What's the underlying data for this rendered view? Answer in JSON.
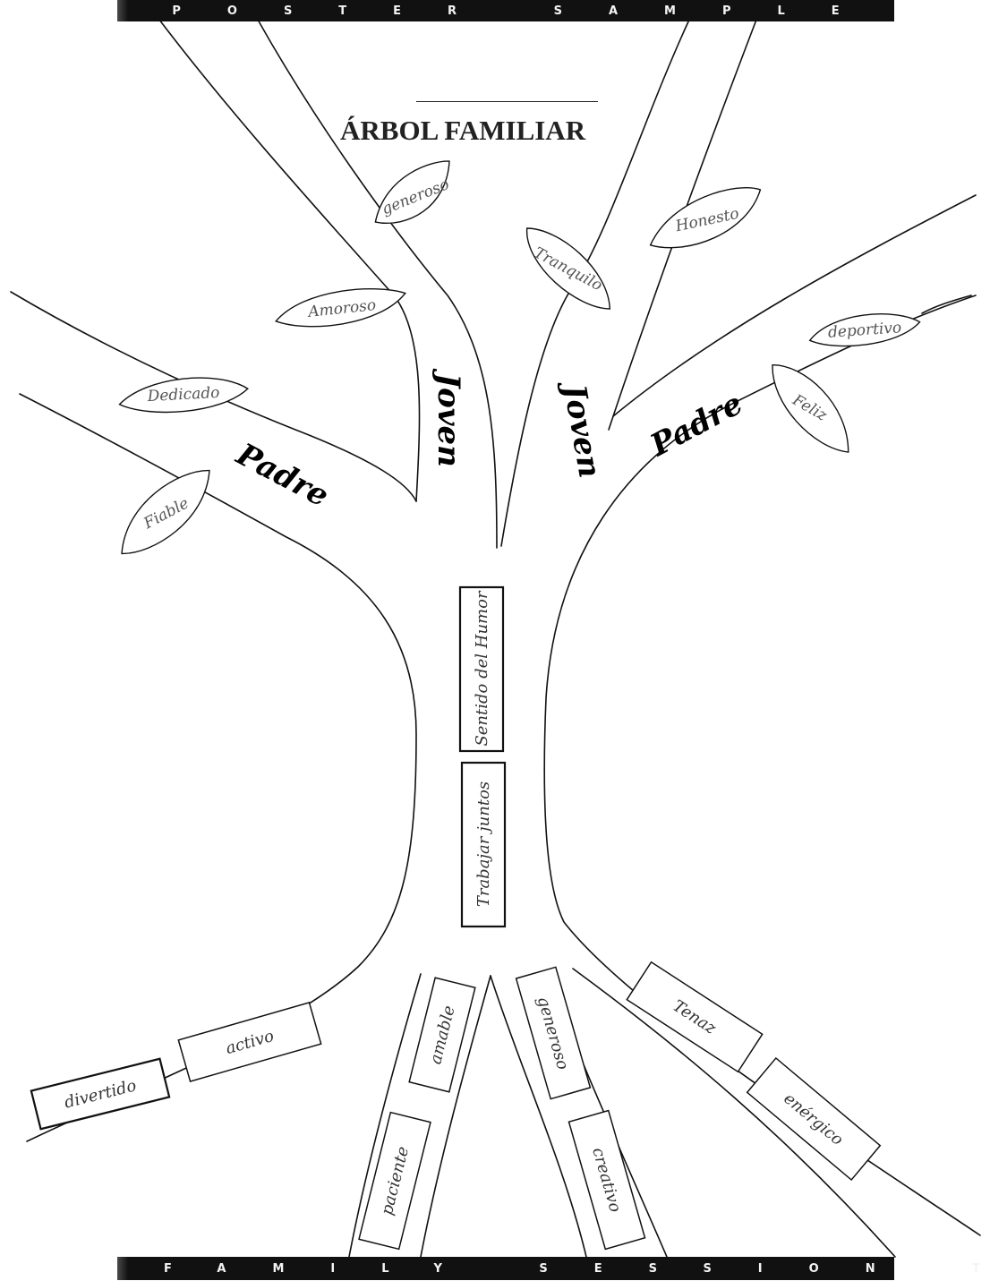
{
  "header": {
    "banner": "POSTER SAMPLE"
  },
  "footer": {
    "banner": "FAMILY SESSION TWO"
  },
  "title": "ÁRBOL FAMILIAR",
  "labels": {
    "padre_left": "Padre",
    "joven_left": "Joven",
    "joven_right": "Joven",
    "padre_right": "Padre"
  },
  "leaves": {
    "generoso": "generoso",
    "tranquilo": "Tranquilo",
    "honesto": "Honesto",
    "amoroso": "Amoroso",
    "deportivo": "deportivo",
    "dedicado": "Dedicado",
    "feliz": "Feliz",
    "fiable": "Fiable"
  },
  "trunk_boxes": {
    "sentido": "Sentido del Humor",
    "trabajar": "Trabajar juntos"
  },
  "root_boxes": {
    "divertido": "divertido",
    "activo": "activo",
    "amable": "amable",
    "paciente": "paciente",
    "generoso": "generoso",
    "creativo": "creativo",
    "tenaz": "Tenaz",
    "enérgico": "enérgico"
  }
}
